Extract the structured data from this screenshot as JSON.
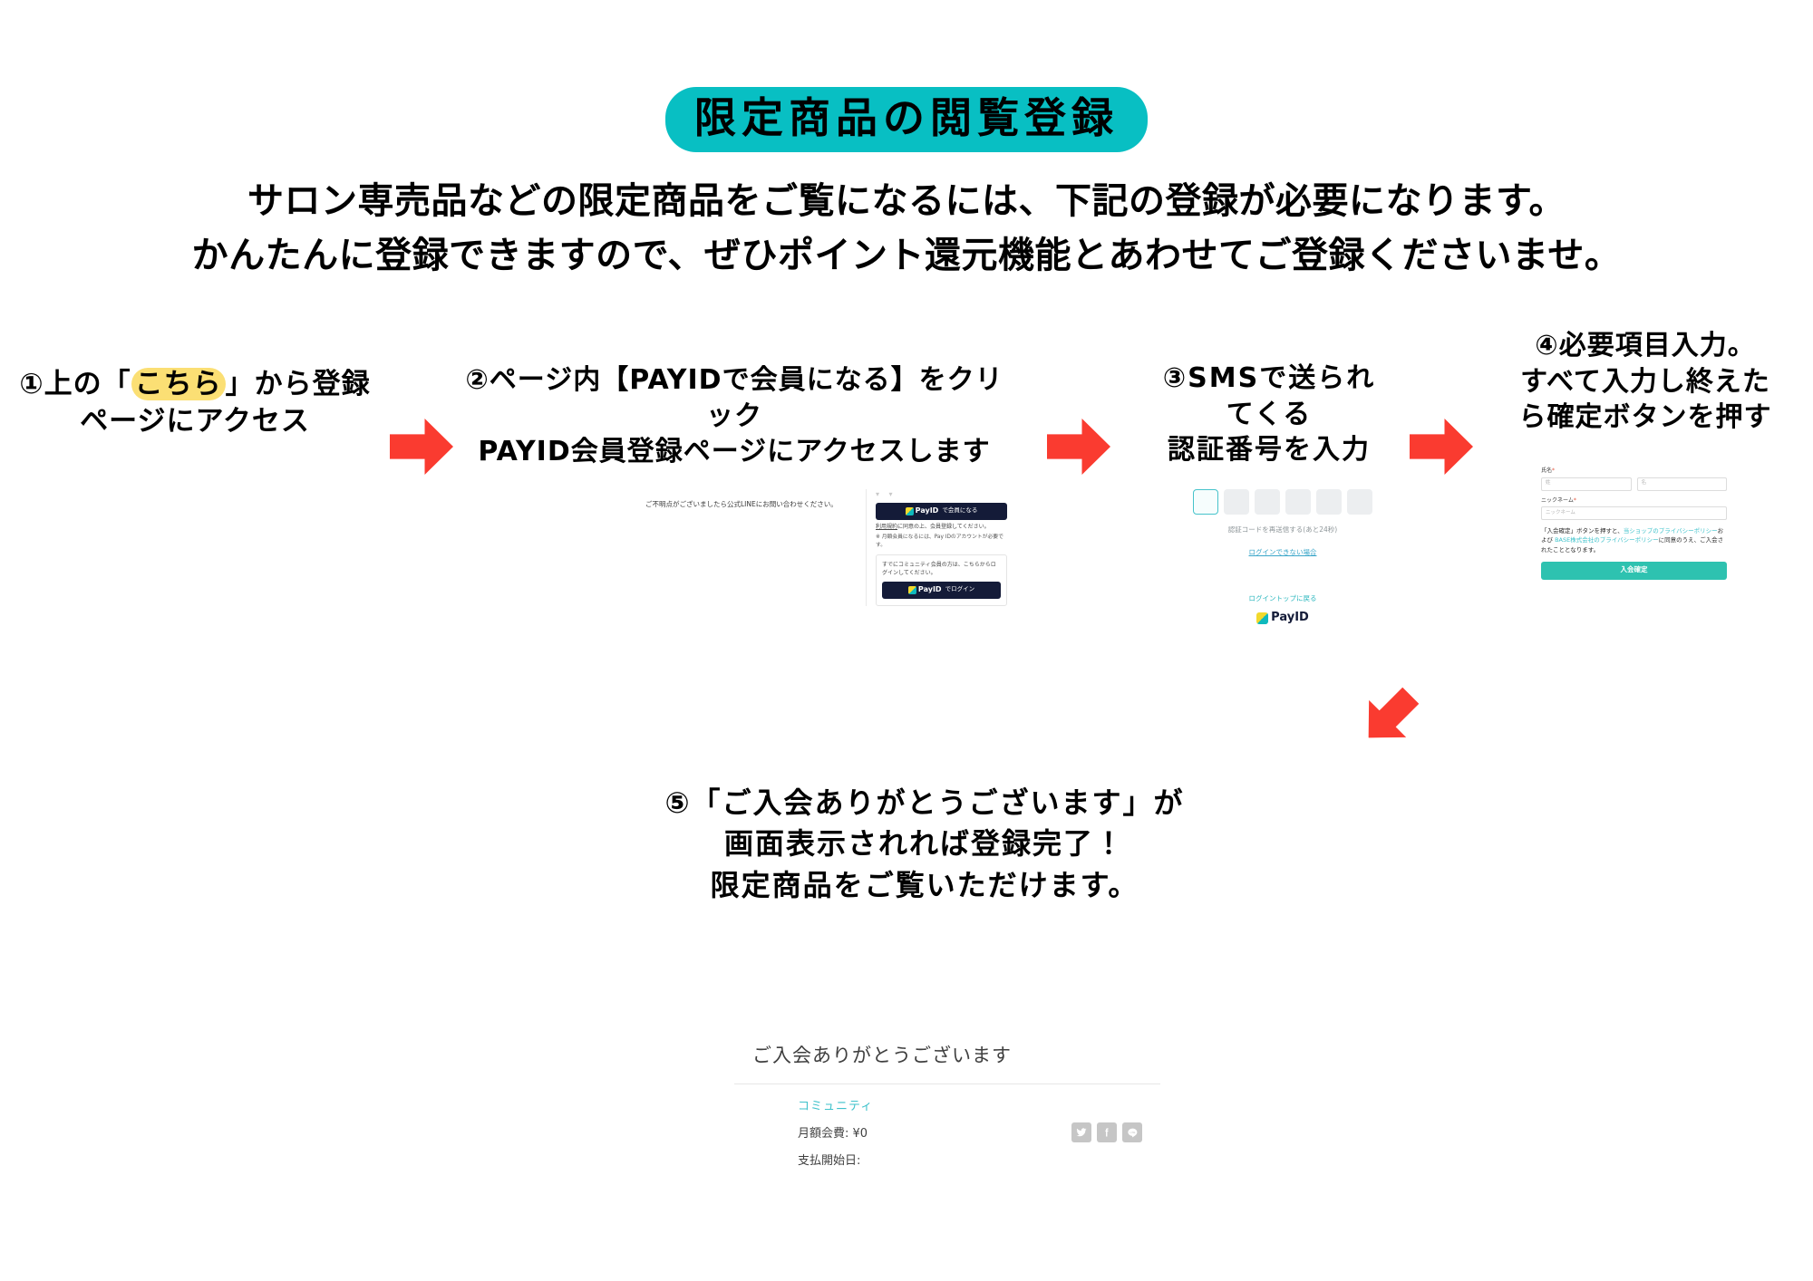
{
  "page": {
    "title_banner": "限定商品の閲覧登録",
    "subtitle_line1": "サロン専売品などの限定商品をご覧になるには、下記の登録が必要になります。",
    "subtitle_line2": "かんたんに登録できますので、ぜひポイント還元機能とあわせてご登録くださいませ。",
    "colors": {
      "banner_teal": "#08bfc3",
      "arrow_red": "#fa3b30",
      "highlight_yellow": "#fbdf74",
      "link_teal": "#3ec2cb",
      "confirm_button_teal": "#2ec2b0",
      "payid_navy": "#141b38"
    }
  },
  "steps": {
    "step1": {
      "prefix": "①上の「",
      "highlight": "こちら",
      "suffix": "」から登録",
      "line2": "ページにアクセス"
    },
    "step2": {
      "line1": "②ページ内【PAYIDで会員になる】をクリ",
      "line2": "ック",
      "line3": "PAYID会員登録ページにアクセスします"
    },
    "step3": {
      "line1": "③SMSで送られ",
      "line2": "てくる",
      "line3": "認証番号を入力"
    },
    "step4": {
      "line1": "④必要項目入力。",
      "line2": "すべて入力し終えた",
      "line3": "ら確定ボタンを押す"
    },
    "step5": {
      "line1": "⑤「ご入会ありがとうございます」が",
      "line2": "画面表示されれば登録完了！",
      "line3": "限定商品をご覧いただけます。"
    }
  },
  "shot_step2": {
    "line_note": "ご不明点がございましたら公式LINEにお問い合わせください。",
    "chevrons": "▾ ▾",
    "join_button_brand": "PayID",
    "join_button_suffix": "で会員になる",
    "terms_link": "利用規約",
    "terms_rest": "に同意の上、会員登録してください。",
    "account_note": "※ 月額会員になるには、Pay IDのアカウントが必要です。",
    "already_member_note": "すでにコミュニティ会員の方は、こちらからログインしてください。",
    "login_button_brand": "PayID",
    "login_button_suffix": "でログイン"
  },
  "shot_step3": {
    "otp_boxes": 6,
    "active_box_index": 0,
    "resend_text": "認証コードを再送信する(あと24秒)",
    "cant_login_link": "ログインできない場合",
    "back_to_top_link": "ログイントップに戻る",
    "logo_text": "PayID"
  },
  "shot_step4": {
    "name_label": "氏名",
    "name_required": "*",
    "last_name_placeholder": "姓",
    "first_name_placeholder": "名",
    "nickname_label": "ニックネーム",
    "nickname_required": "*",
    "nickname_placeholder": "ニックネーム",
    "privacy_prefix": "「入会確定」ボタンを押すと、",
    "privacy_link1": "当ショップのプライバシーポリシー",
    "privacy_mid": "および ",
    "privacy_link2": "BASE株式会社のプライバシーポリシー",
    "privacy_suffix": "に同意のうえ、ご入会されたこととなります。",
    "confirm_button": "入会確定"
  },
  "shot_done": {
    "title": "ご入会ありがとうございます",
    "community_label": "コミュニティ",
    "fee_label": "月額会費:",
    "fee_value": "¥0",
    "start_label": "支払開始日:",
    "share_icons": [
      "twitter-icon",
      "facebook-icon",
      "line-icon"
    ]
  }
}
